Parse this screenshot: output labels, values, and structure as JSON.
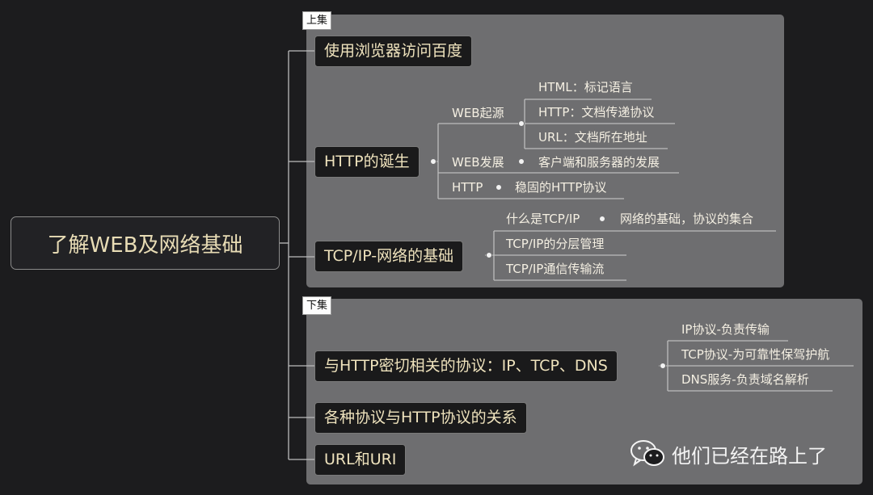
{
  "root": "了解WEB及网络基础",
  "panels": [
    {
      "tag": "上集"
    },
    {
      "tag": "下集"
    }
  ],
  "topics": [
    {
      "label": "使用浏览器访问百度"
    },
    {
      "label": "HTTP的诞生"
    },
    {
      "label": "TCP/IP-网络的基础"
    },
    {
      "label": "与HTTP密切相关的协议：IP、TCP、DNS"
    },
    {
      "label": "各种协议与HTTP协议的关系"
    },
    {
      "label": "URL和URI"
    }
  ],
  "http_birth": {
    "web_origin": "WEB起源",
    "web_origin_children": [
      "HTML：标记语言",
      "HTTP：文档传递协议",
      "URL：文档所在地址"
    ],
    "web_dev": "WEB发展",
    "web_dev_child": "客户端和服务器的发展",
    "http": "HTTP",
    "http_child": "稳固的HTTP协议"
  },
  "tcpip": {
    "what": "什么是TCP/IP",
    "what_child": "网络的基础，协议的集合",
    "layers": "TCP/IP的分层管理",
    "flow": "TCP/IP通信传输流"
  },
  "related": [
    "IP协议-负责传输",
    "TCP协议-为可靠性保驾护航",
    "DNS服务-负责域名解析"
  ],
  "watermark": {
    "text": "他们已经在路上了",
    "icon": "wechat-icon"
  },
  "colors": {
    "background": "#1c1c1e",
    "panel": "#6e6e70",
    "topic_text": "#efe3bd",
    "line": "#bdbdbd"
  }
}
